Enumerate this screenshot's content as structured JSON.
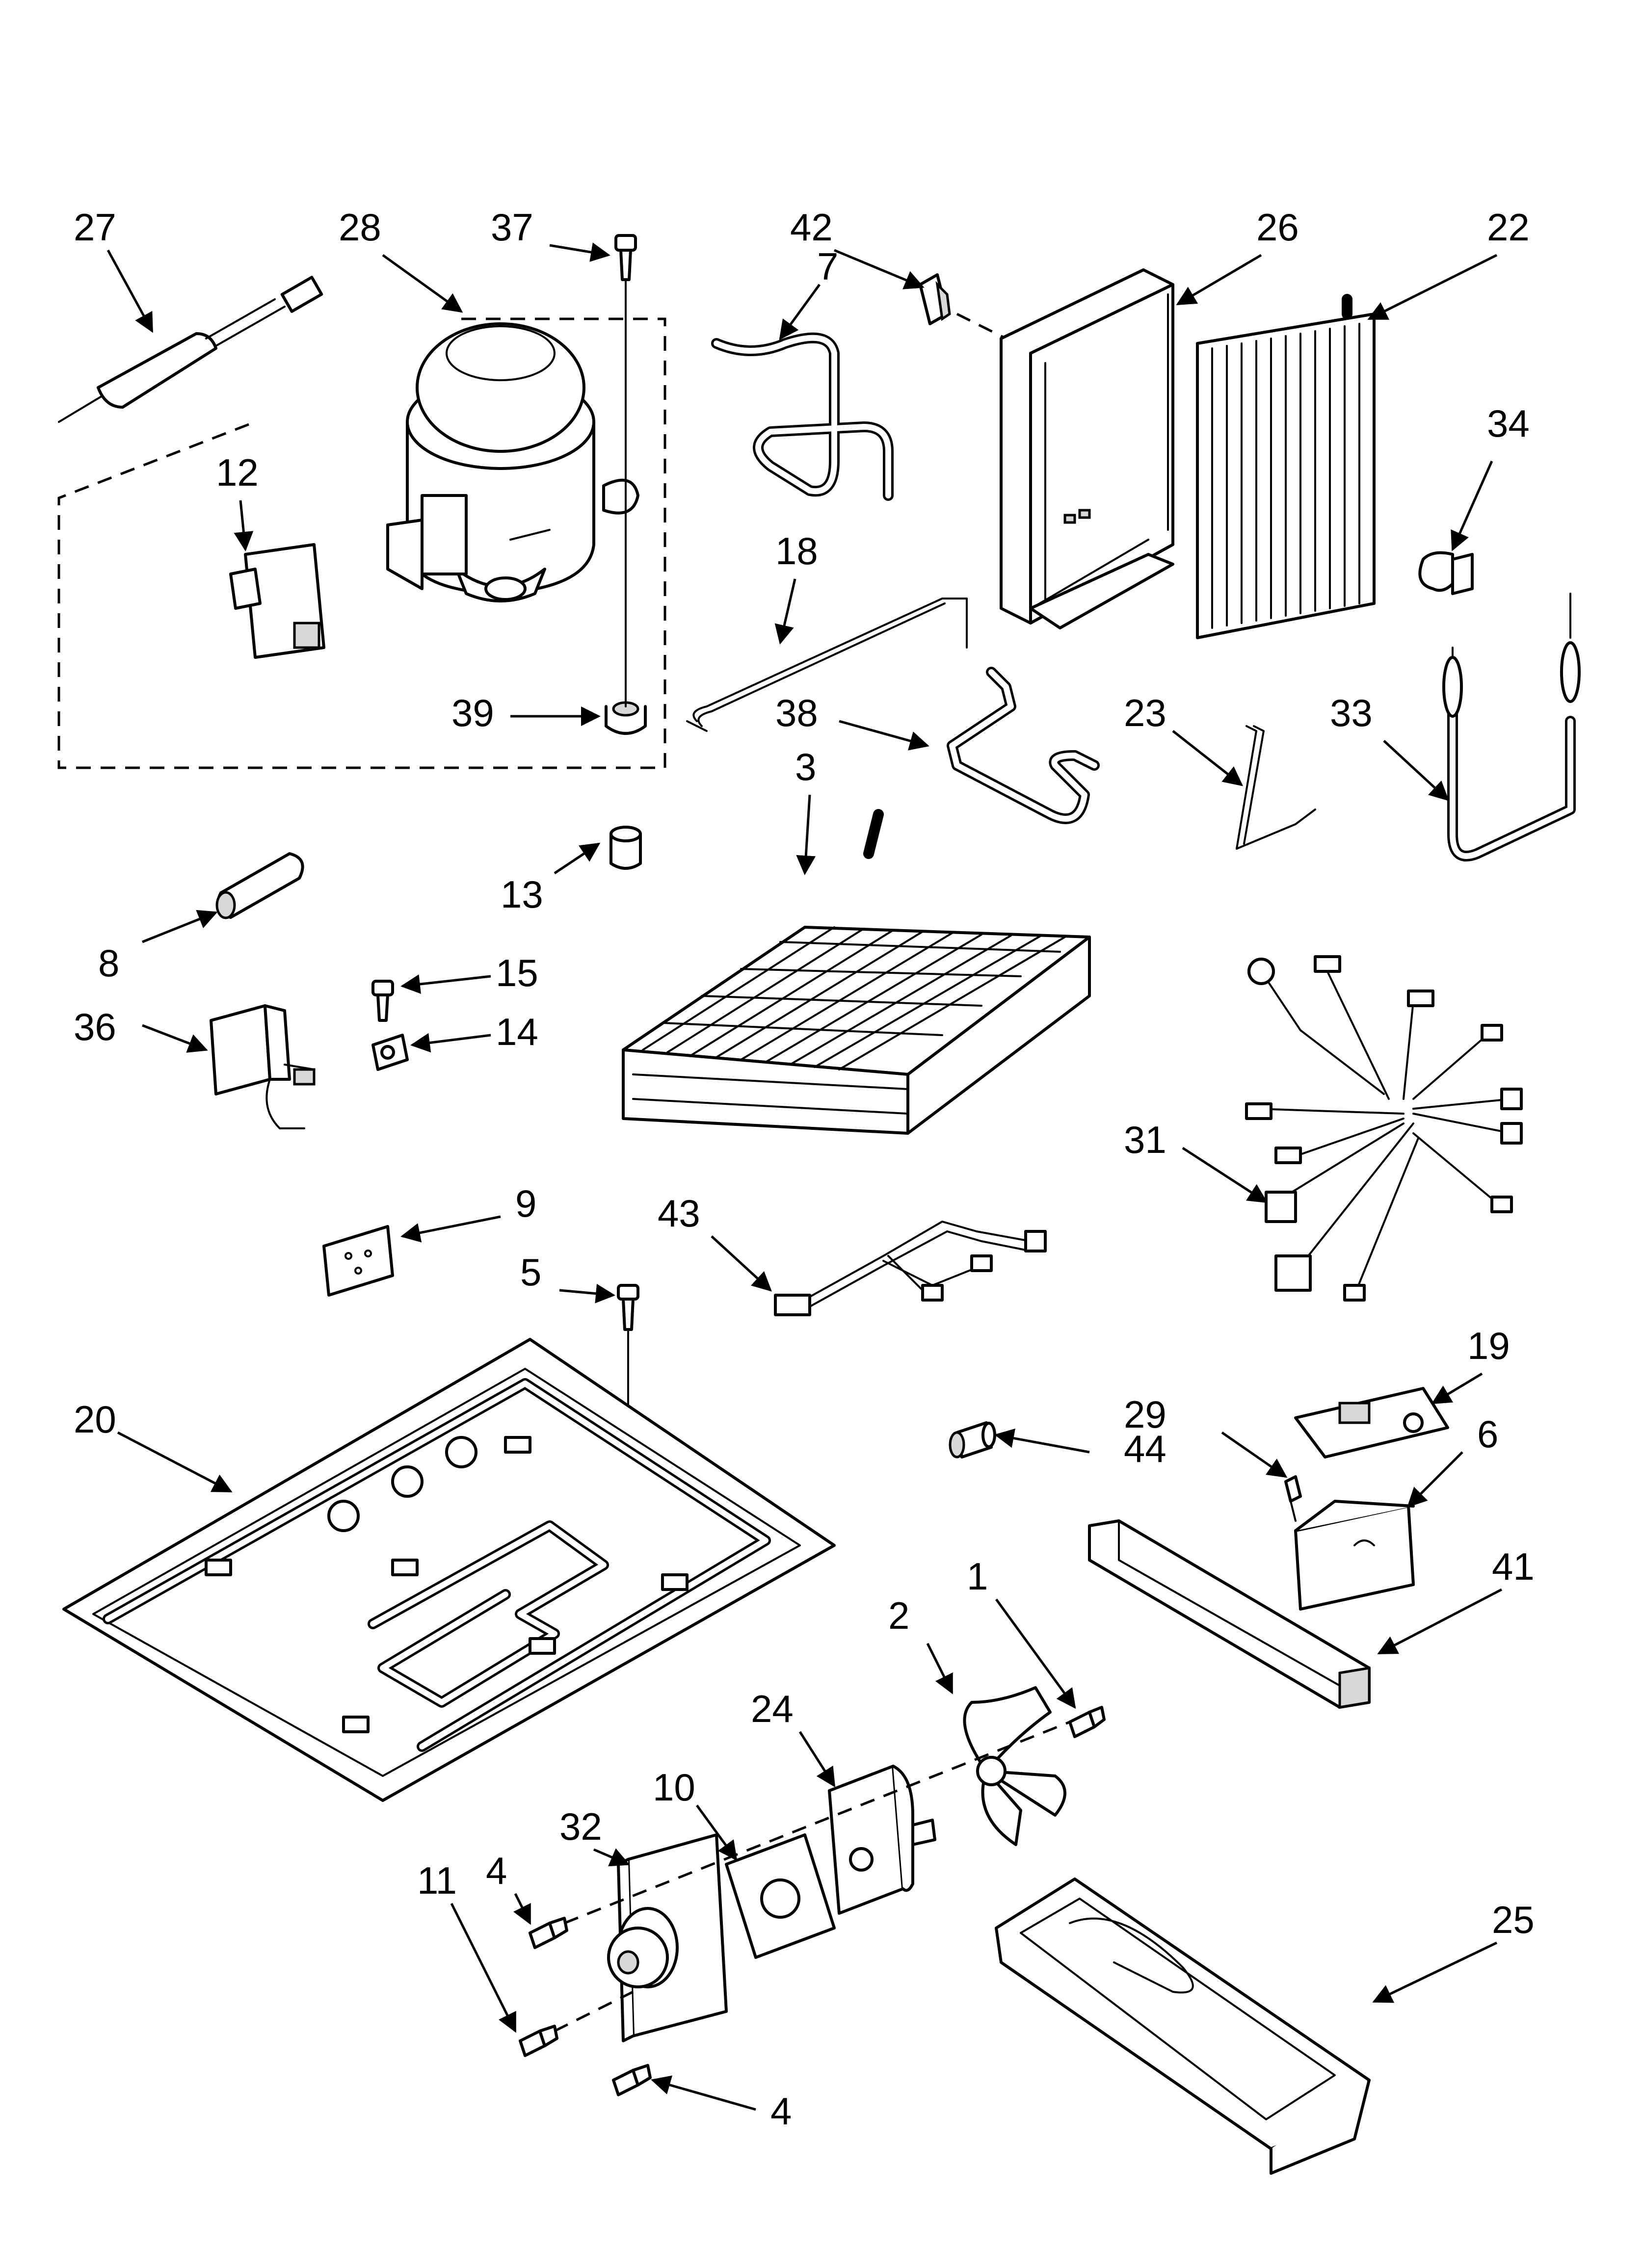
{
  "diagram": {
    "background": "#ffffff",
    "line_color": "#000000",
    "callouts": [
      {
        "id": "c27",
        "label": "27"
      },
      {
        "id": "c28",
        "label": "28"
      },
      {
        "id": "c37",
        "label": "37"
      },
      {
        "id": "c42",
        "label": "42"
      },
      {
        "id": "c7",
        "label": "7"
      },
      {
        "id": "c26",
        "label": "26"
      },
      {
        "id": "c22",
        "label": "22"
      },
      {
        "id": "c12",
        "label": "12"
      },
      {
        "id": "c34",
        "label": "34"
      },
      {
        "id": "c18",
        "label": "18"
      },
      {
        "id": "c39",
        "label": "39"
      },
      {
        "id": "c38",
        "label": "38"
      },
      {
        "id": "c3",
        "label": "3"
      },
      {
        "id": "c23",
        "label": "23"
      },
      {
        "id": "c33",
        "label": "33"
      },
      {
        "id": "c13",
        "label": "13"
      },
      {
        "id": "c8",
        "label": "8"
      },
      {
        "id": "c15",
        "label": "15"
      },
      {
        "id": "c36",
        "label": "36"
      },
      {
        "id": "c14",
        "label": "14"
      },
      {
        "id": "c31",
        "label": "31"
      },
      {
        "id": "c9",
        "label": "9"
      },
      {
        "id": "c43",
        "label": "43"
      },
      {
        "id": "c5",
        "label": "5"
      },
      {
        "id": "c19",
        "label": "19"
      },
      {
        "id": "c20",
        "label": "20"
      },
      {
        "id": "c29",
        "label": "29"
      },
      {
        "id": "c44",
        "label": "44"
      },
      {
        "id": "c6",
        "label": "6"
      },
      {
        "id": "c41",
        "label": "41"
      },
      {
        "id": "c1",
        "label": "1"
      },
      {
        "id": "c2",
        "label": "2"
      },
      {
        "id": "c24",
        "label": "24"
      },
      {
        "id": "c10",
        "label": "10"
      },
      {
        "id": "c32",
        "label": "32"
      },
      {
        "id": "c4a",
        "label": "4"
      },
      {
        "id": "c11",
        "label": "11"
      },
      {
        "id": "c25",
        "label": "25"
      },
      {
        "id": "c4b",
        "label": "4"
      }
    ]
  }
}
